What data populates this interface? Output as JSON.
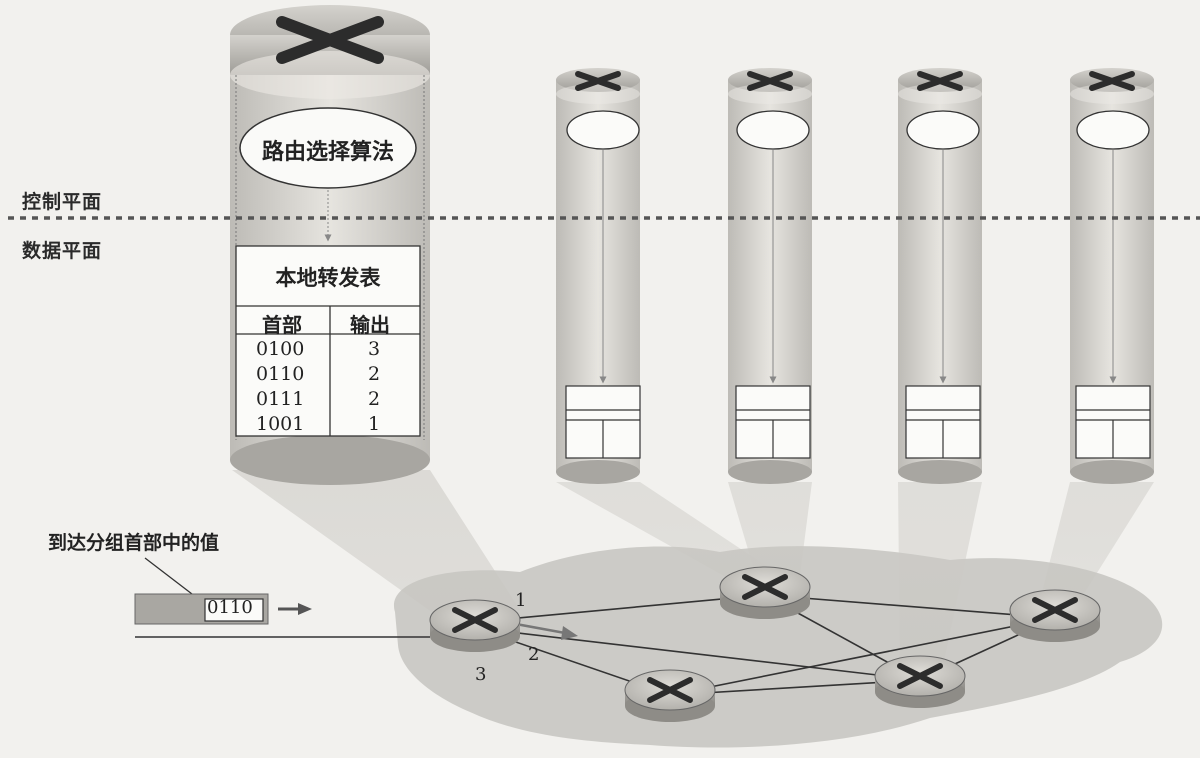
{
  "planes": {
    "control": "控制平面",
    "data": "数据平面"
  },
  "algorithm": "路由选择算法",
  "forwarding_table": {
    "title": "本地转发表",
    "headers": [
      "首部",
      "输出"
    ],
    "rows": [
      {
        "header": "0100",
        "output": "3"
      },
      {
        "header": "0110",
        "output": "2"
      },
      {
        "header": "0111",
        "output": "2"
      },
      {
        "header": "1001",
        "output": "1"
      }
    ]
  },
  "packet": {
    "label": "到达分组首部中的值",
    "value": "0110"
  },
  "ports": [
    "1",
    "2",
    "3"
  ]
}
